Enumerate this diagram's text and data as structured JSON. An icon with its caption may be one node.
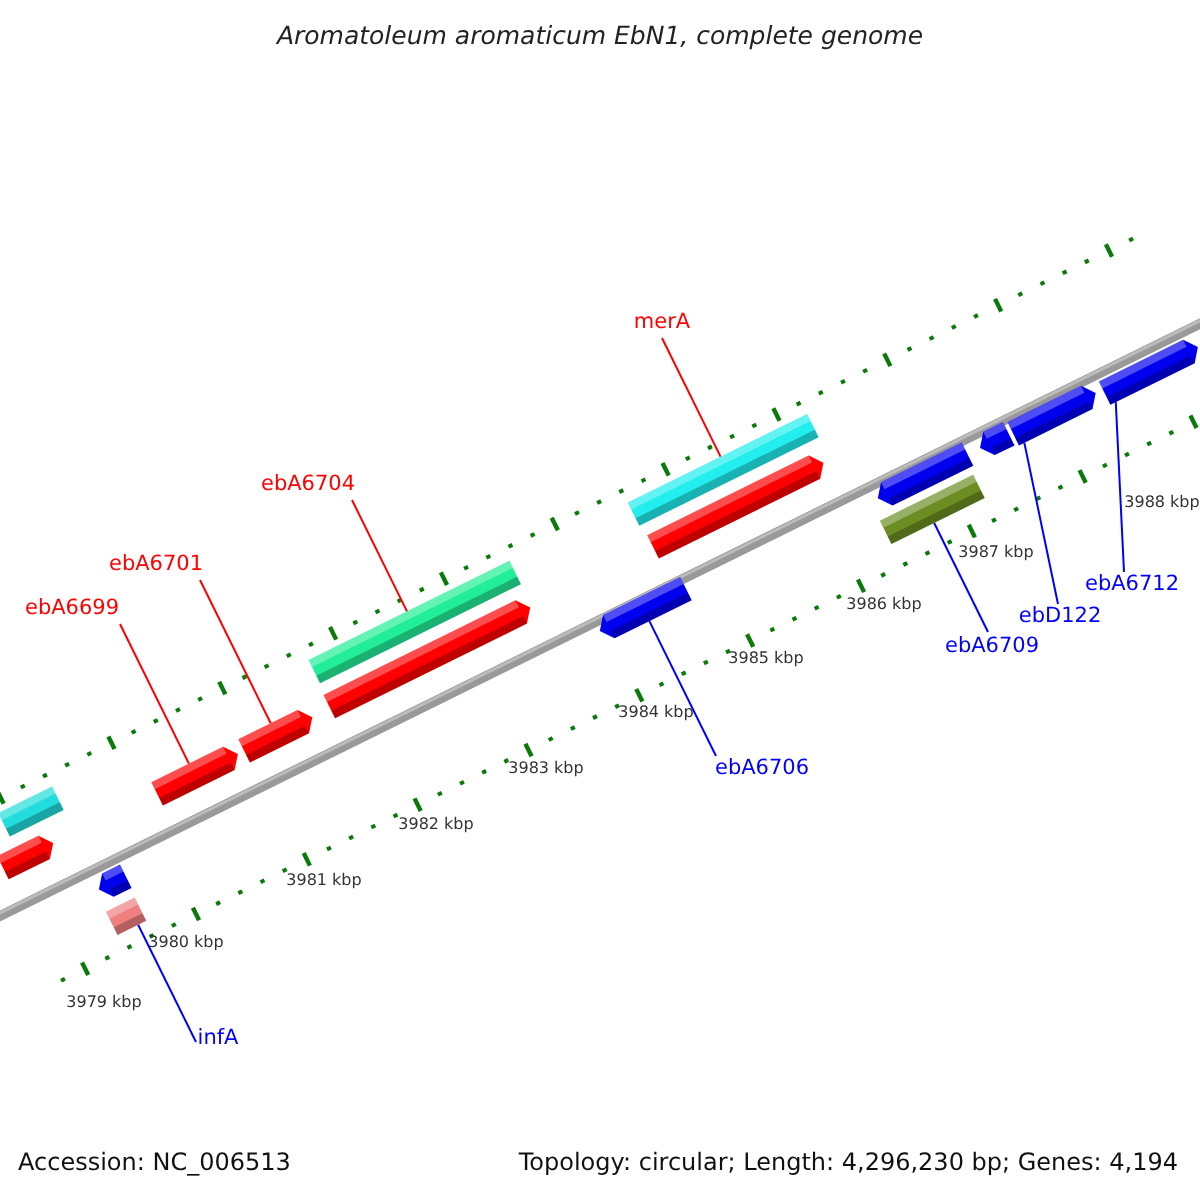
{
  "diagram": {
    "title": "Aromatoleum aromaticum EbN1, complete genome",
    "nodes": [
      {
        "text": [
          "merA"
        ]
      },
      {
        "text": [
          "ebA6704"
        ]
      },
      {
        "text": [
          "ebA6701"
        ]
      },
      {
        "text": [
          "ebA6699"
        ]
      },
      {
        "text": [
          "ebA6706"
        ]
      },
      {
        "text": [
          "ebA6709"
        ]
      },
      {
        "text": [
          "ebD122"
        ]
      },
      {
        "text": [
          "ebA6712"
        ]
      },
      {
        "text": [
          "infA"
        ]
      },
      {
        "text": [],
        "shape": "bar"
      },
      {
        "text": [],
        "shape": "bar"
      },
      {
        "text": [],
        "shape": "bar"
      },
      {
        "text": [],
        "shape": "bar"
      },
      {
        "text": [],
        "shape": "bar"
      },
      {
        "text": [],
        "shape": "bar"
      },
      {
        "text": [],
        "shape": "bar"
      },
      {
        "text": [],
        "shape": "bar"
      },
      {
        "text": [],
        "shape": "bar"
      },
      {
        "text": [],
        "shape": "bar"
      },
      {
        "text": [],
        "shape": "bar"
      },
      {
        "text": [],
        "shape": "bar"
      },
      {
        "text": [],
        "shape": "bar"
      },
      {
        "text": [],
        "shape": "bar"
      },
      {
        "text": [],
        "shape": "bar"
      },
      {
        "text": [],
        "shape": "bar"
      }
    ],
    "edges": [
      {
        "from": 0,
        "to": 18,
        "arrow": "none",
        "color": "#ff0000"
      },
      {
        "from": 1,
        "to": 15,
        "arrow": "none",
        "color": "#ff0000"
      },
      {
        "from": 2,
        "to": 14,
        "arrow": "none",
        "color": "#ff0000"
      },
      {
        "from": 3,
        "to": 13,
        "arrow": "none",
        "color": "#ff0000"
      },
      {
        "from": 4,
        "to": 17,
        "arrow": "none"
      },
      {
        "from": 5,
        "to": 21,
        "arrow": "none"
      },
      {
        "from": 6,
        "to": 23,
        "arrow": "none"
      },
      {
        "from": 7,
        "to": 24,
        "arrow": "none"
      },
      {
        "from": 8,
        "to": 12,
        "arrow": "none"
      }
    ],
    "labels": [
      "3979 kbp",
      "3980 kbp",
      "3981 kbp",
      "3982 kbp",
      "3983 kbp",
      "3984 kbp",
      "3985 kbp",
      "3986 kbp",
      "3987 kbp",
      "3988 kbp",
      "Accession: NC_006513",
      "Topology: circular; Length: 4,296,230 bp; Genes: 4,194"
    ]
  }
}
